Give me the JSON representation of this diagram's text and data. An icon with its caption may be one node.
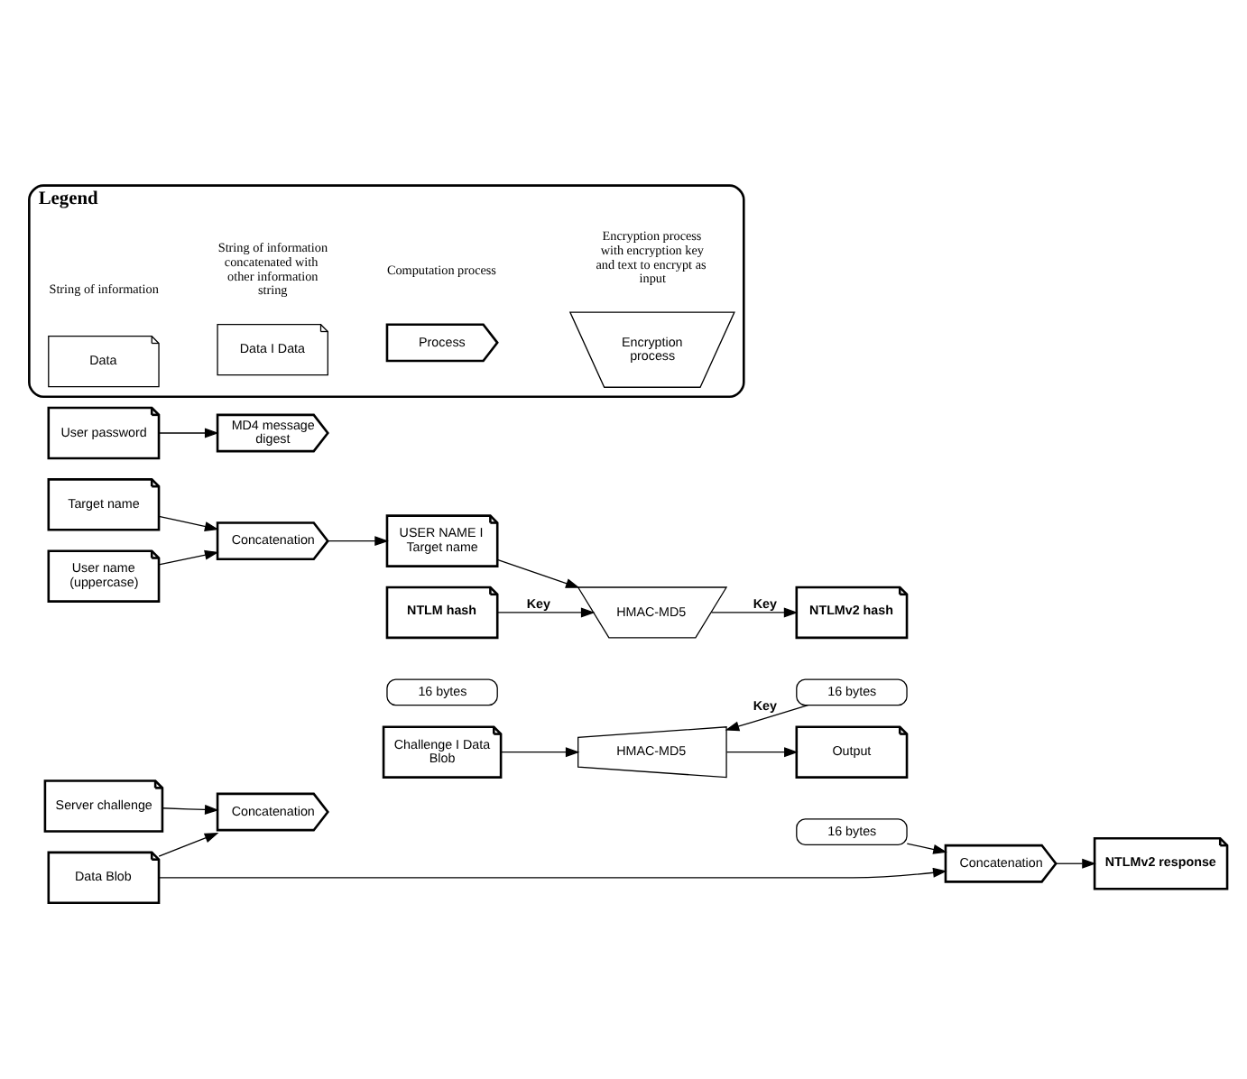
{
  "diagram": {
    "nodes": [
      {
        "text": [
          "User name (uppercase)"
        ]
      },
      {
        "text": [
          "Target name"
        ]
      },
      {
        "text": [
          "Concatenation"
        ]
      },
      {
        "text": [
          "USER NAME I Target name"
        ]
      },
      {
        "text": [
          "User password"
        ]
      },
      {
        "text": [
          "MD4 message digest"
        ]
      },
      {
        "text": [
          "NTLM hash"
        ]
      },
      {
        "text": [
          "16 bytes"
        ]
      },
      {
        "text": [
          "HMAC-MD5"
        ]
      },
      {
        "text": [
          "NTLMv2 hash"
        ]
      },
      {
        "text": [
          "16 bytes"
        ]
      },
      {
        "text": [
          "Server challenge"
        ]
      },
      {
        "text": [
          "Data Blob"
        ]
      },
      {
        "text": [
          "Concatenation"
        ]
      },
      {
        "text": [
          "Challenge I Data Blob"
        ]
      },
      {
        "text": [
          "HMAC-MD5"
        ]
      },
      {
        "text": [
          "Output"
        ]
      },
      {
        "text": [
          "16 bytes"
        ]
      },
      {
        "text": [
          "Concatenation"
        ]
      },
      {
        "text": [
          "NTLMv2 response"
        ]
      },
      {
        "text": [
          "Legend"
        ]
      },
      {
        "text": [
          "Data"
        ],
        "in": 20,
        "beside": [
          "String of information"
        ]
      },
      {
        "text": [
          "Data I Data"
        ],
        "in": 20,
        "beside": [
          "String of information concatenated with other information string"
        ]
      },
      {
        "text": [
          "Process"
        ],
        "in": 20,
        "beside": [
          "Computation process"
        ]
      },
      {
        "text": [
          "Encryption process"
        ],
        "in": 20,
        "beside": [
          "Encryption process with encryption key and text to encrypt as input"
        ]
      }
    ],
    "edges": [
      {
        "from": 0,
        "to": 2,
        "arrow": "to"
      },
      {
        "from": 1,
        "to": 2,
        "arrow": "to"
      },
      {
        "from": 2,
        "to": 3,
        "arrow": "to"
      },
      {
        "from": 3,
        "to": 8,
        "arrow": "to"
      },
      {
        "from": 4,
        "to": 5,
        "arrow": "to"
      },
      {
        "from": 6,
        "to": 8,
        "arrow": "to",
        "label": "Key"
      },
      {
        "from": 8,
        "to": 9,
        "arrow": "to",
        "label": "Key"
      },
      {
        "from": 10,
        "to": 15,
        "arrow": "to",
        "label": "Key"
      },
      {
        "from": 11,
        "to": 13,
        "arrow": "to"
      },
      {
        "from": 12,
        "to": 13,
        "arrow": "to"
      },
      {
        "from": 14,
        "to": 15,
        "arrow": "to"
      },
      {
        "from": 15,
        "to": 16,
        "arrow": "to"
      },
      {
        "from": 17,
        "to": 18,
        "arrow": "to"
      },
      {
        "from": 12,
        "to": 18,
        "arrow": "to"
      },
      {
        "from": 18,
        "to": 19,
        "arrow": "to"
      }
    ]
  }
}
